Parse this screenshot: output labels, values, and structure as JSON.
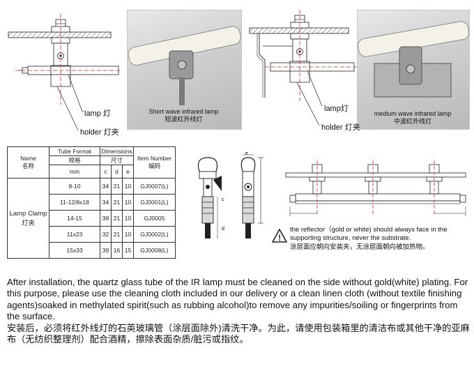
{
  "fig1": {
    "lamp_label": "lamp 灯",
    "holder_label": "holder 灯夹",
    "photo_caption_en": "Short wave infrared lamp",
    "photo_caption_zh": "短波红外线灯"
  },
  "fig2": {
    "lamp_label": "lamp灯",
    "holder_label": "holder 灯夹",
    "photo_caption_en": "medium wave infrared lamp",
    "photo_caption_zh": "中波红外线灯"
  },
  "table": {
    "h_name_en": "Name",
    "h_name_zh": "名称",
    "h_tube_en": "Tube Format",
    "h_tube_zh": "规格",
    "h_tube_unit": "mm",
    "h_dim_en": "Dimensions",
    "h_dim_zh": "尺寸",
    "h_c": "c",
    "h_d": "d",
    "h_e": "e",
    "h_item_en": "Item Number",
    "h_item_zh": "编码",
    "name_en": "Lamp Clamp",
    "name_zh": "灯夹",
    "rows": [
      {
        "tube": "8-10",
        "c": "34",
        "d": "21",
        "e": "10",
        "item": "GJ0007(L)"
      },
      {
        "tube": "11-12/8x18",
        "c": "34",
        "d": "21",
        "e": "10",
        "item": "GJ0001(L)"
      },
      {
        "tube": "14-15",
        "c": "38",
        "d": "21",
        "e": "10",
        "item": "GJ0005"
      },
      {
        "tube": "11x23",
        "c": "32",
        "d": "21",
        "e": "10",
        "item": "GJ0002(L)"
      },
      {
        "tube": "15x33",
        "c": "39",
        "d": "16",
        "e": "15",
        "item": "GJ0008(L)"
      }
    ]
  },
  "dims": {
    "c": "c",
    "d": "d",
    "e": "e"
  },
  "warning": {
    "en": "the reflector（gold or white) should always face in the supporting structure, never the substrate.",
    "zh": "涂层面应朝向安装夹，无涂层面朝向被加热物。"
  },
  "instructions": {
    "en": "After installation, the quartz glass tube of the IR lamp must be cleaned on the side without gold(white) plating. For this purpose, please use the cleaning cloth included in our delivery or a clean linen cloth (without textile finishing agents)soaked in methylated spirit(such as rubbing alcohol)to remove any impurities/soiling or fingerprints from the surface.",
    "zh": "安装后，必须将红外线灯的石英玻璃管（涂层面除外)清洗干净。为此，请使用包装箱里的清洁布或其他干净的亚麻布（无纺织整理剂）配合酒精，擦除表面杂质/脏污或指纹。"
  },
  "colors": {
    "centerline": "#e0262b",
    "line": "#231f20",
    "hatch": "#555555"
  }
}
